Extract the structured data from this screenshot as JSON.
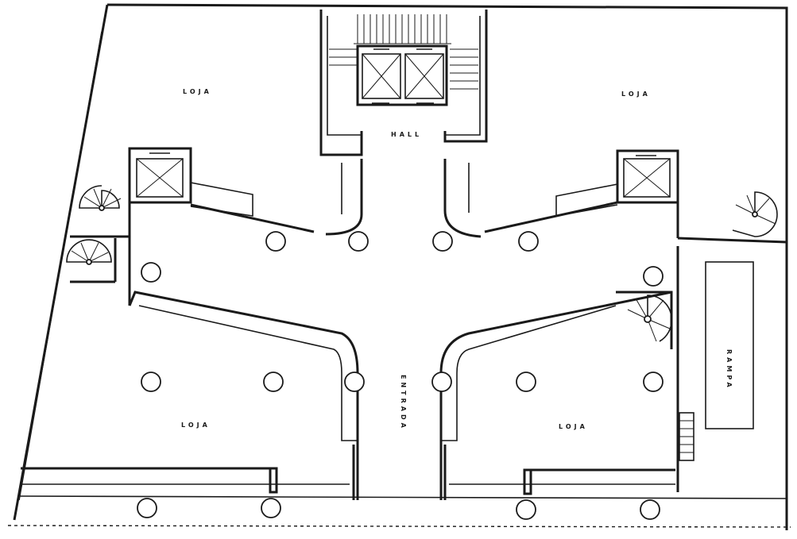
{
  "labels": {
    "loja_top_left": "LOJA",
    "loja_top_right": "LOJA",
    "hall": "HALL",
    "loja_bottom_left": "LOJA",
    "loja_bottom_right": "LOJA",
    "entrada": "ENTRADA",
    "rampa": "RAMPA"
  }
}
